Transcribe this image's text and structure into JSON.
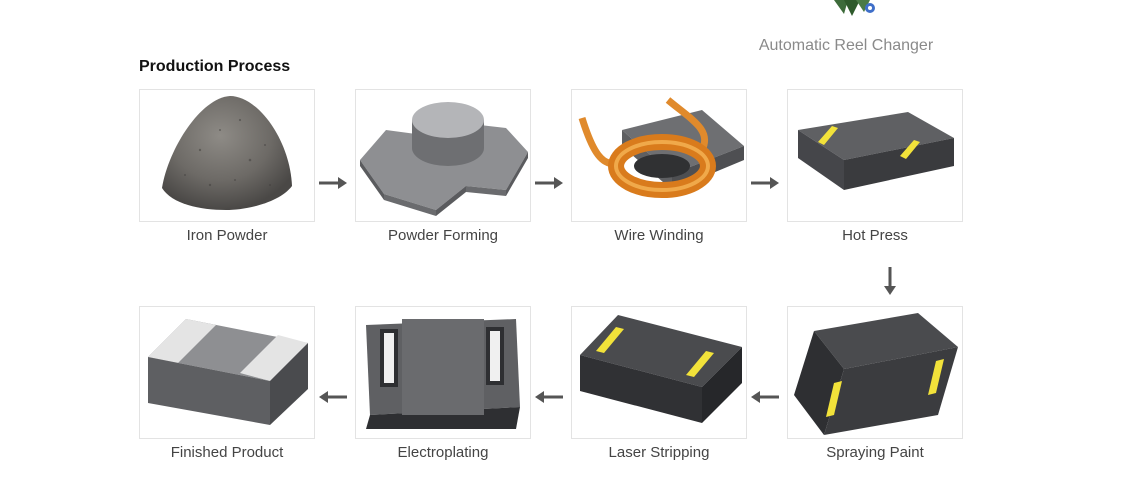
{
  "header": {
    "top_caption": "Automatic Reel Changer",
    "title": "Production Process"
  },
  "steps": [
    {
      "label": "Iron Powder"
    },
    {
      "label": "Powder Forming"
    },
    {
      "label": "Wire Winding"
    },
    {
      "label": "Hot Press"
    },
    {
      "label": "Spraying Paint"
    },
    {
      "label": "Laser Stripping"
    },
    {
      "label": "Electroplating"
    },
    {
      "label": "Finished Product"
    }
  ],
  "colors": {
    "arrow": "#555555",
    "body_gray": "#5f6063",
    "copper": "#e08a2c",
    "terminal_yellow": "#f2e23a",
    "caption": "#8a8a8a"
  }
}
